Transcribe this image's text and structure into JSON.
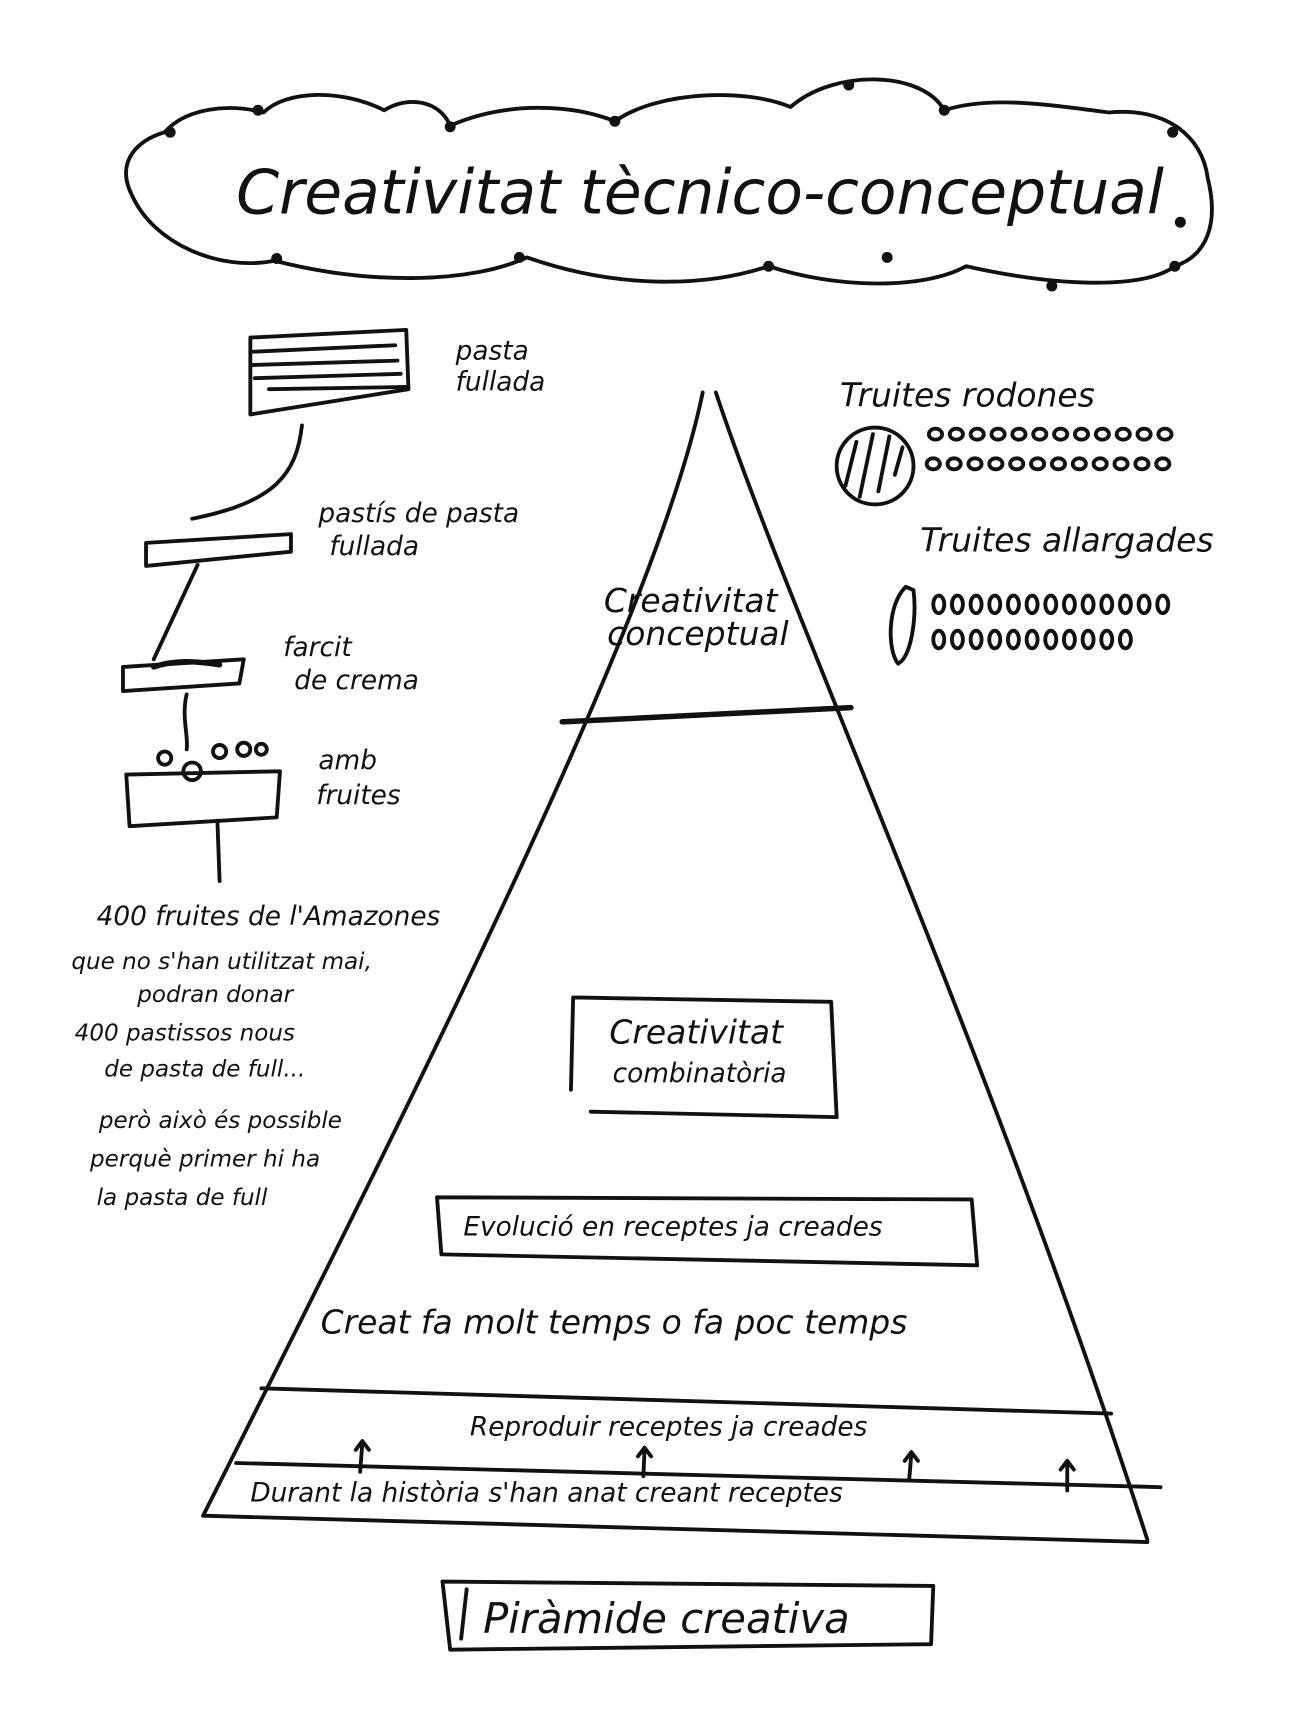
{
  "title": "Creativitat tècnico-conceptual",
  "left_chain": {
    "step1": [
      "pasta",
      "fullada"
    ],
    "step2": [
      "pastís de pasta",
      "fullada"
    ],
    "step3": [
      "farcit",
      "de crema"
    ],
    "step4": [
      "amb",
      "fruites"
    ]
  },
  "note_lines": [
    "400 fruites de l'Amazones",
    "que no s'han utilitzat mai,",
    "podran donar",
    "400 pastissos nous",
    "de pasta de full...",
    "però això és possible",
    "perquè primer hi ha",
    "la pasta de full"
  ],
  "truites": {
    "round_label": "Truites rodones",
    "long_label": "Truites allargades"
  },
  "pyramid": {
    "top": [
      "Creativitat",
      "conceptual"
    ],
    "middle_box": [
      "Creativitat",
      "combinatòria"
    ],
    "evolution": "Evolució en receptes ja creades",
    "created": "Creat fa molt temps o fa poc temps",
    "reproduce": "Reproduir receptes ja creades",
    "base": "Durant la història s'han anat creant receptes"
  },
  "caption": "Piràmide creativa",
  "ink_color": "#111111"
}
